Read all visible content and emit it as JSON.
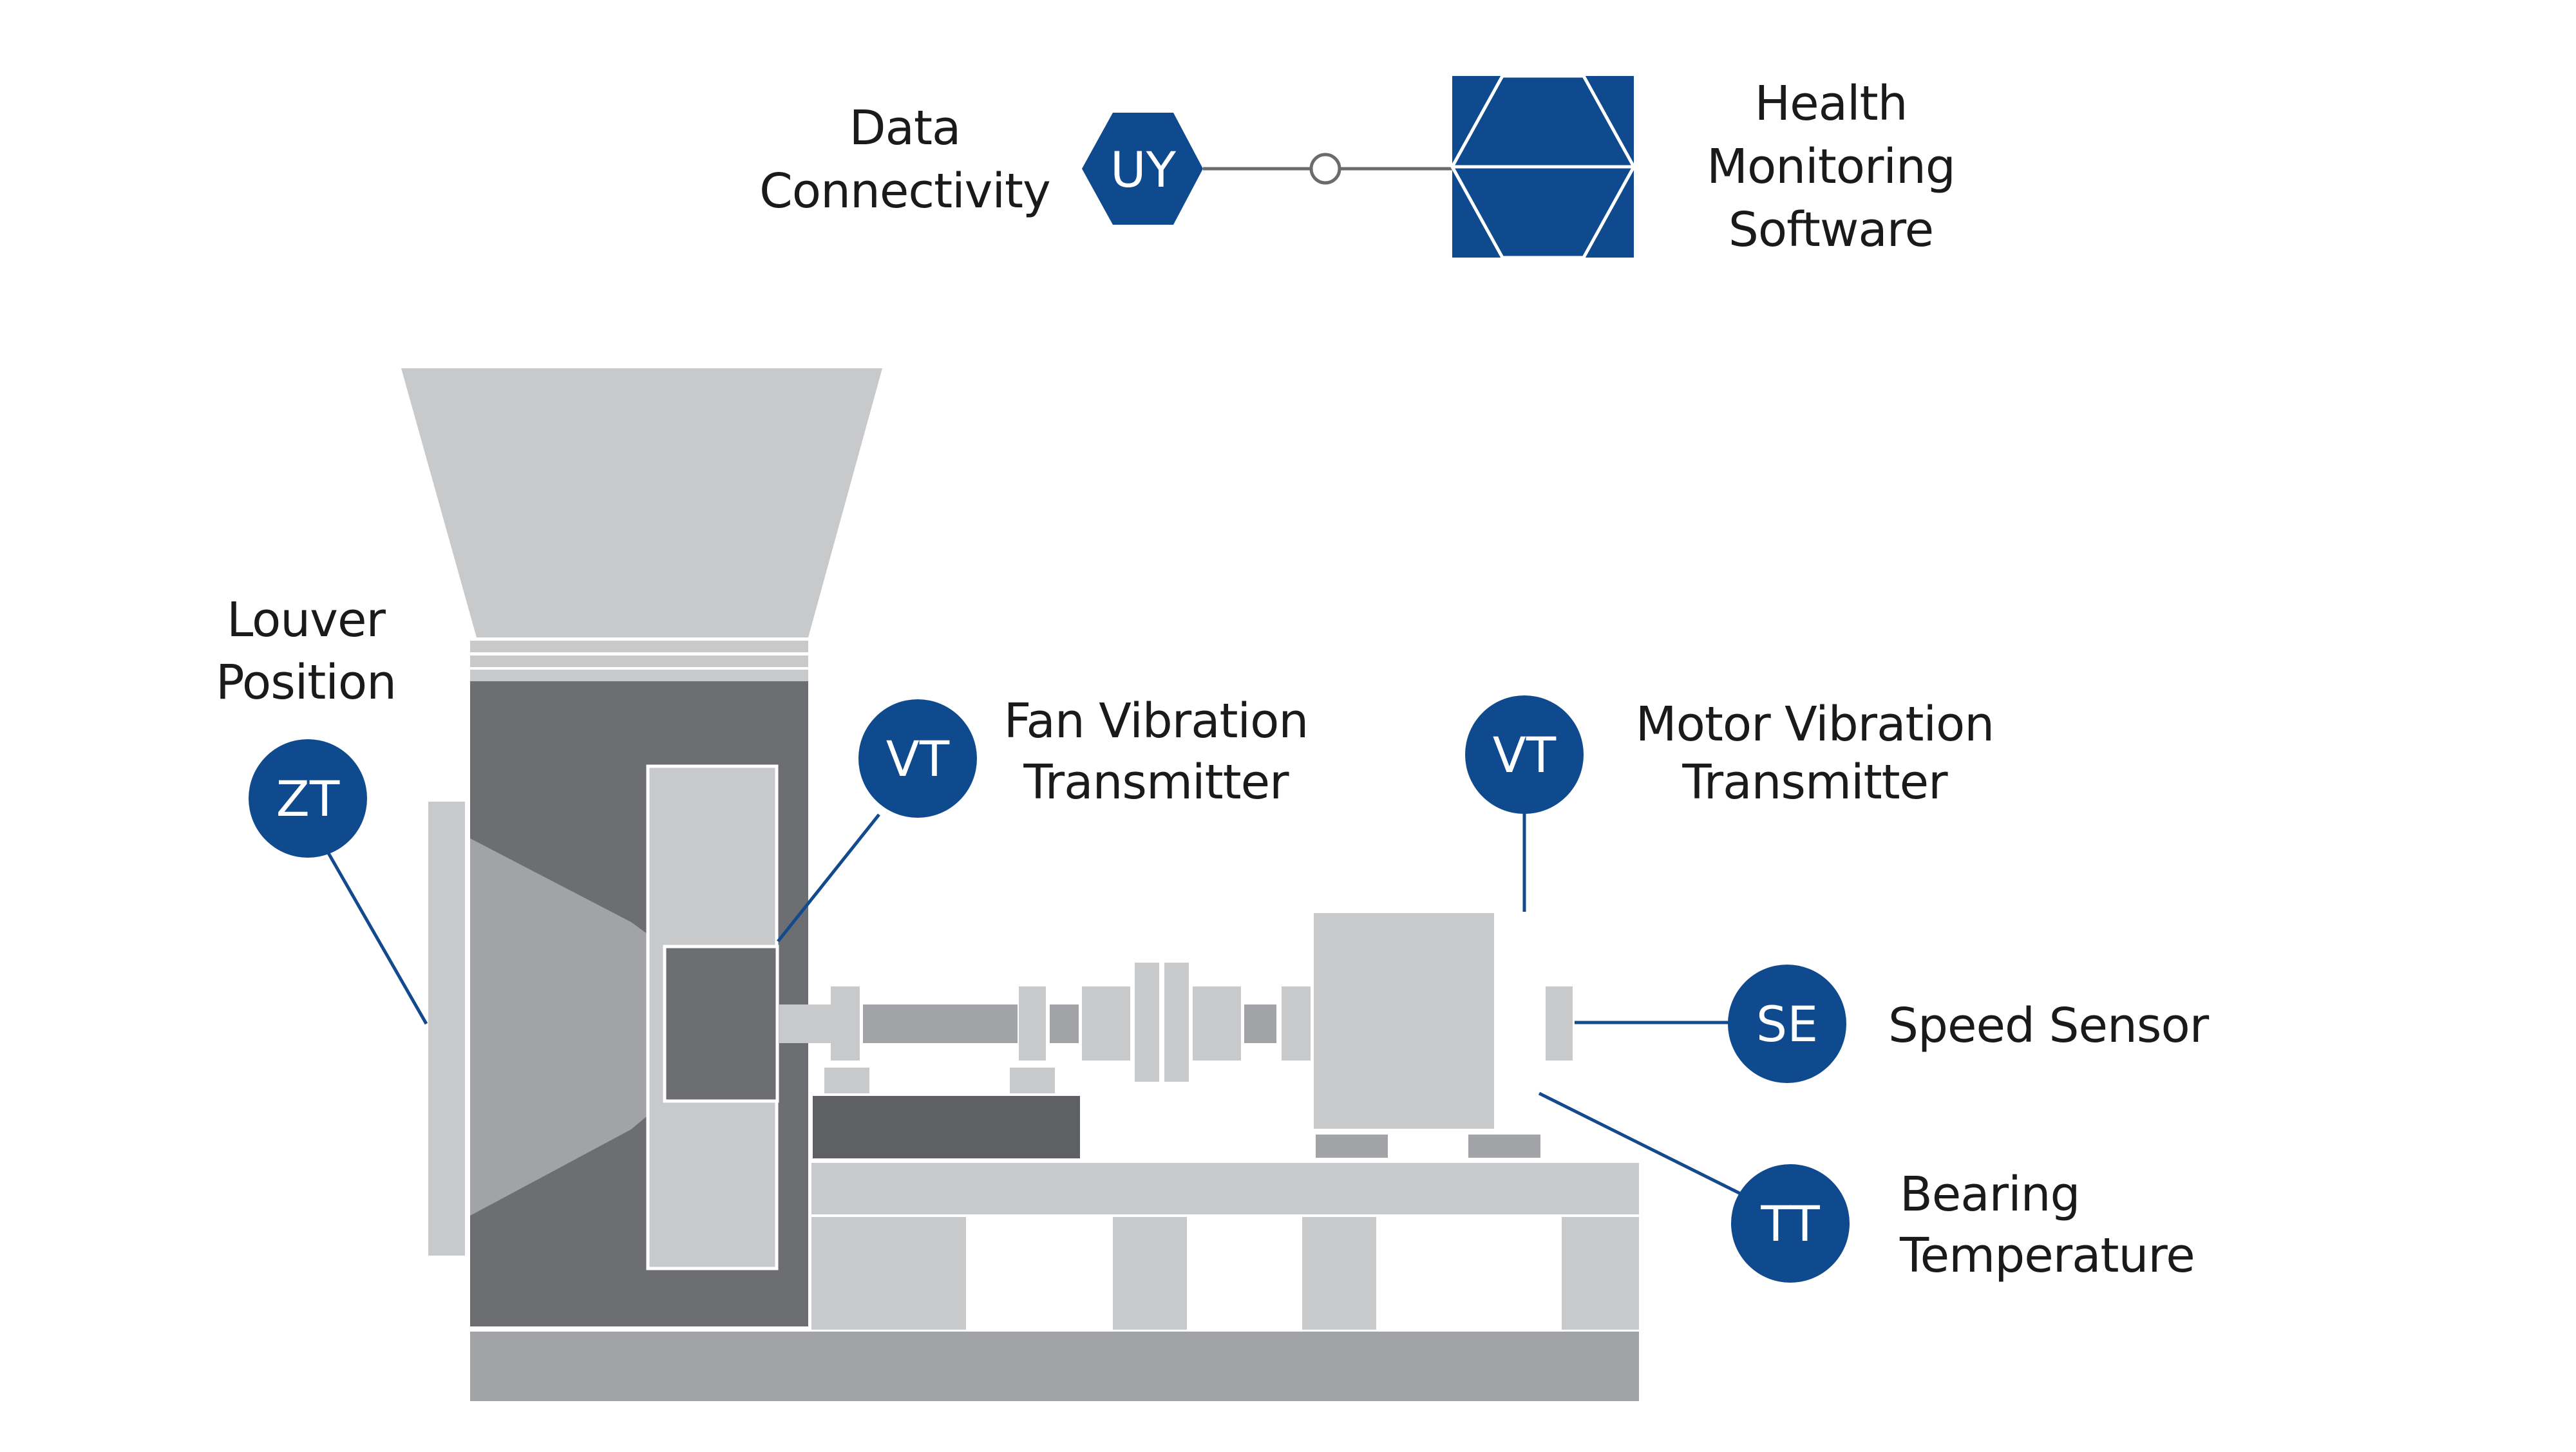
{
  "diagram": {
    "colors": {
      "accent_blue": "#0f4a8f",
      "machine_light": "#c8c9cb",
      "machine_mid": "#a2a3a6",
      "machine_dark": "#6d6e71",
      "text": "#1a1a1a"
    },
    "connectivity": {
      "label_line1": "Data",
      "label_line2": "Connectivity",
      "tag": "UY",
      "icon": "hexagon-icon"
    },
    "software": {
      "label_line1": "Health",
      "label_line2": "Monitoring",
      "label_line3": "Software",
      "icon": "health-monitoring-logo-icon"
    },
    "sensors": [
      {
        "id": "louver",
        "tag": "ZT",
        "label_line1": "Louver",
        "label_line2": "Position"
      },
      {
        "id": "fan_vibration",
        "tag": "VT",
        "label_line1": "Fan Vibration",
        "label_line2": "Transmitter"
      },
      {
        "id": "motor_vibration",
        "tag": "VT",
        "label_line1": "Motor Vibration",
        "label_line2": "Transmitter"
      },
      {
        "id": "speed",
        "tag": "SE",
        "label_line1": "Speed Sensor"
      },
      {
        "id": "bearing_temp",
        "tag": "TT",
        "label_line1": "Bearing",
        "label_line2": "Temperature"
      }
    ]
  }
}
